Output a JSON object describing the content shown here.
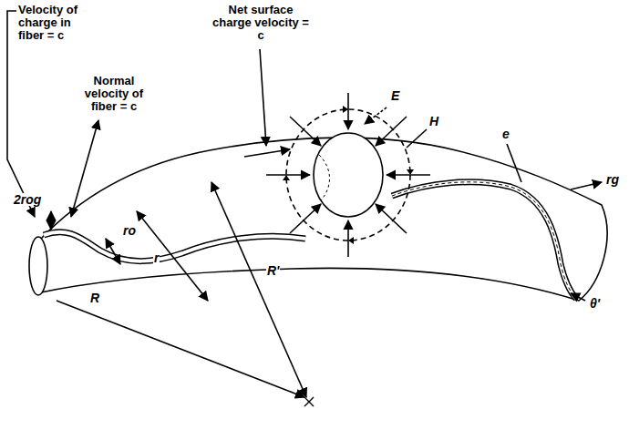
{
  "diagram": {
    "labels": [
      "Velocity of charge in fiber = c",
      "Net surface charge velocity = c",
      "Normal velocity of fiber = c",
      "2rog",
      "ro",
      "r",
      "R",
      "R'",
      "E",
      "H",
      "e",
      "rg",
      "θ'"
    ]
  }
}
